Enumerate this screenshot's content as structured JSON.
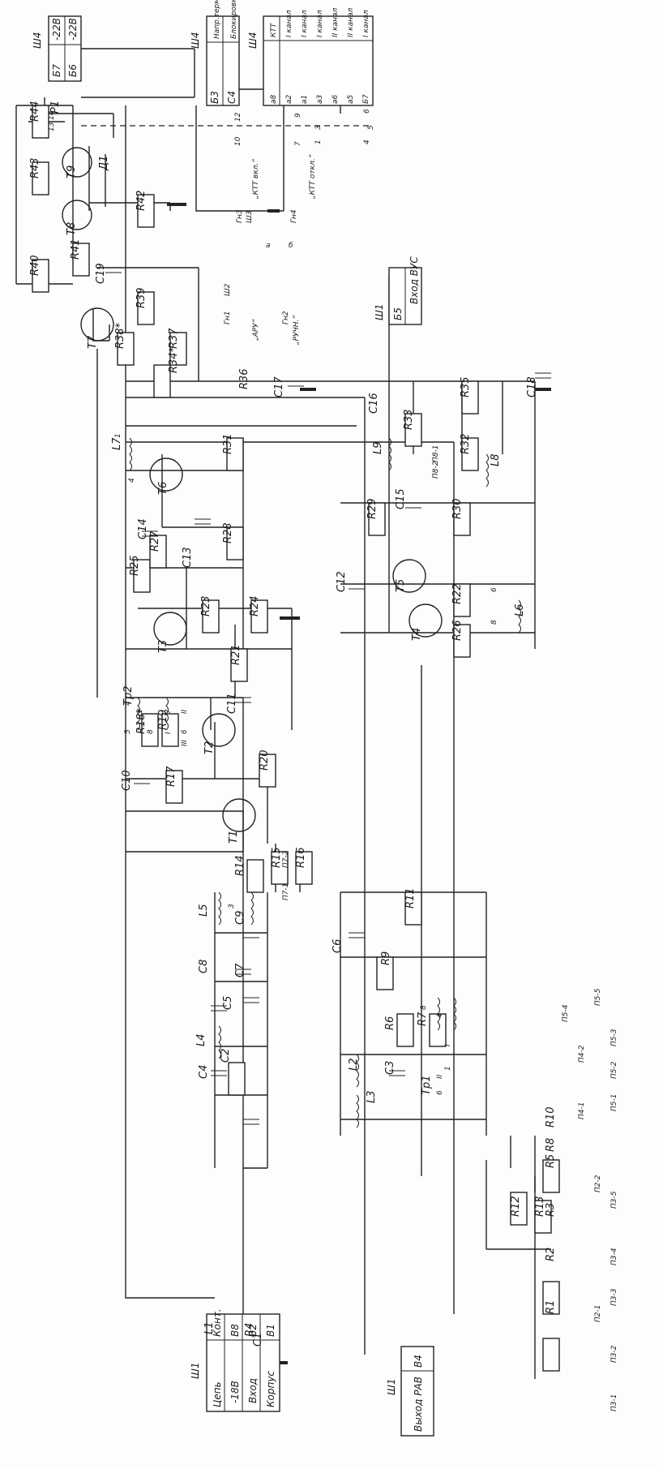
{
  "connectors": {
    "sh4_power": {
      "id": "Ш4",
      "rows": [
        [
          "Б7",
          "-22В"
        ],
        [
          "Б6",
          "-22В"
        ]
      ]
    },
    "sh4_mode": {
      "id": "Ш4",
      "rows": [
        [
          "Б3",
          "Напр.терм."
        ],
        [
          "С4",
          "Блокировка"
        ]
      ]
    },
    "sh4_ktt": {
      "id": "Ш4",
      "rows": [
        [
          "а8",
          "КТТ"
        ],
        [
          "а2",
          "I канал"
        ],
        [
          "а1",
          "I канал"
        ],
        [
          "а3",
          "I канал"
        ],
        [
          "а6",
          "II канал"
        ],
        [
          "а5",
          "II канал"
        ],
        [
          "Б7",
          "I канал"
        ]
      ]
    },
    "sh1_vus": {
      "id": "Ш1",
      "rows": [
        [
          "Б5",
          "Вход ВУС"
        ]
      ]
    },
    "sh1_main": {
      "id": "Ш1",
      "rows": [
        [
          "Конт.",
          "Цепь"
        ],
        [
          "В8",
          "-18В"
        ],
        [
          "В2",
          "Вход"
        ],
        [
          "В1",
          "Корпус"
        ]
      ]
    },
    "sh1_rav": {
      "id": "Ш1",
      "rows": [
        [
          "В4",
          "Выход РАВ"
        ]
      ]
    }
  },
  "switches": {
    "ktt_on": "„КТТ вкл.”",
    "ktt_off": "„КТТ откл.”",
    "aru": "„АРУ”",
    "ruchn": "„РУЧН.”",
    "gn3": "Гн3",
    "sh3": "Ш3",
    "gn4": "Гн4",
    "gn1": "Гн1",
    "sh2": "Ш2",
    "gn2": "Гн2",
    "a": "а",
    "b": "б"
  },
  "transistors": [
    "Т1",
    "Т2",
    "Т3",
    "Т4",
    "Т5",
    "Т6",
    "Т7",
    "Т8",
    "Т9"
  ],
  "resistors": [
    "R1",
    "R2",
    "R3",
    "R4",
    "R5",
    "R6",
    "R7",
    "R8",
    "R9",
    "R10",
    "R11",
    "R12",
    "R13",
    "R14",
    "R15",
    "R16",
    "R17",
    "R18*",
    "R19",
    "R20",
    "R21",
    "R22",
    "R23",
    "R24",
    "R25",
    "R26",
    "R27",
    "R28",
    "R29",
    "R30",
    "R31",
    "R32",
    "R33",
    "R34*",
    "R35",
    "R36",
    "R37",
    "R38*",
    "R39",
    "R40",
    "R41",
    "R42",
    "R43",
    "R44"
  ],
  "capacitors": [
    "С1",
    "С2",
    "С3",
    "С4",
    "С5",
    "С6",
    "С7",
    "С8",
    "С9",
    "С10",
    "С11",
    "С12",
    "С13",
    "С14",
    "С15",
    "С16",
    "С17",
    "С18",
    "С19"
  ],
  "inductors": [
    "L1",
    "L2",
    "L3",
    "L4",
    "L5",
    "L6",
    "L7",
    "L8",
    "L9"
  ],
  "transformers": [
    "Тр1",
    "Тр2"
  ],
  "relay": "Р1",
  "diode": "Д1",
  "test_points": [
    "П3-1",
    "П3-2",
    "П3-3",
    "П3-4",
    "П3-5",
    "П2-1",
    "П2-2",
    "П4-1",
    "П4-2",
    "П5-1",
    "П5-2",
    "П5-3",
    "П5-4",
    "П5-5",
    "П7-1",
    "П7-2",
    "П8-1",
    "П8-2"
  ],
  "pins": {
    "relay": [
      "14",
      "13",
      "12",
      "10",
      "9",
      "7",
      "3",
      "1",
      "6",
      "4",
      "5"
    ],
    "tr2": [
      "4",
      "1",
      "5",
      "8",
      "7",
      "II",
      "6",
      "I",
      "III"
    ],
    "tr1": [
      "4",
      "I",
      "1",
      "II",
      "8",
      "6"
    ],
    "coils": [
      "1",
      "4",
      "6",
      "8",
      "3"
    ]
  }
}
